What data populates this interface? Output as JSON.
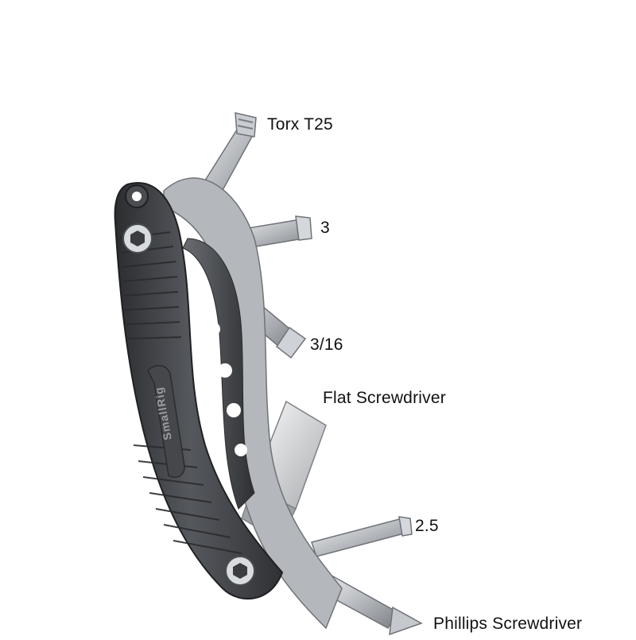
{
  "labels": {
    "torx": "Torx T25",
    "hex_3": "3",
    "hex_3_16": "3/16",
    "flat": "Flat Screwdriver",
    "hex_2_5": "2.5",
    "phillips": "Phillips Screwdriver"
  },
  "brand_engraving": "SmallRig",
  "colors": {
    "background": "#ffffff",
    "handle_dark": "#3a3c40",
    "handle_mid": "#55585d",
    "steel_light": "#e6e8ea",
    "steel_dark": "#8c9095",
    "label_text": "#111111"
  }
}
